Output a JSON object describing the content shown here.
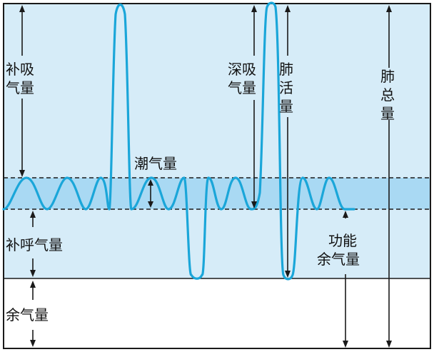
{
  "colors": {
    "lung_region_fill": "#d6ecf8",
    "tidal_band_fill": "#a9d9f3",
    "residual_region_fill": "#ffffff",
    "curve": "#1aa6d9",
    "lines": "#1a1a1a"
  },
  "labels": {
    "inspiratory_reserve": [
      "补吸",
      "气量"
    ],
    "tidal_volume": "潮气量",
    "expiratory_reserve": "补呼气量",
    "residual_volume": "余气量",
    "inspiratory_capacity": [
      "深吸",
      "气量"
    ],
    "vital_capacity": [
      "肺",
      "活",
      "量"
    ],
    "total_lung_capacity": [
      "肺",
      "总",
      "量"
    ],
    "functional_residual_capacity": [
      "功能",
      "余气量"
    ]
  }
}
